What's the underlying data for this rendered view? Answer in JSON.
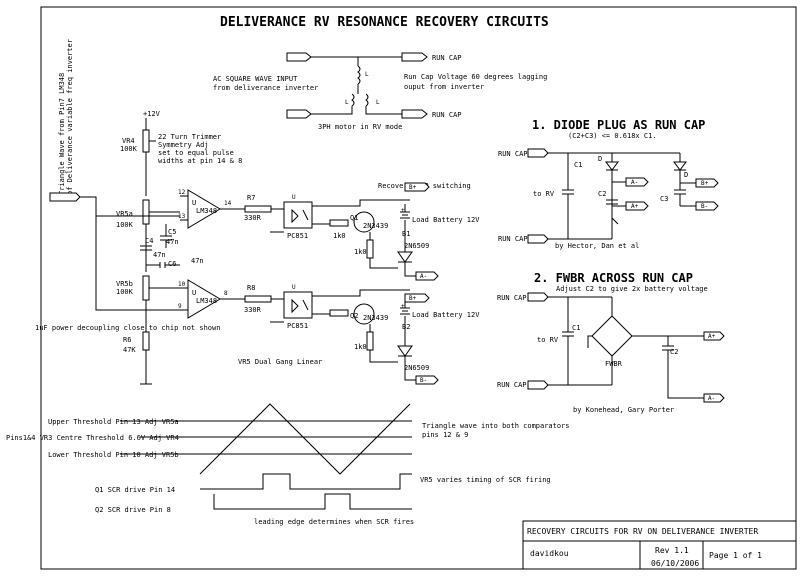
{
  "title": "DELIVERANCE RV RESONANCE RECOVERY CIRCUITS",
  "left_input": {
    "label_line1": "Triangle Wave from Pin7 LM348",
    "label_line2": "of Deliverance variable freq inverter"
  },
  "top": {
    "ac_input_line1": "AC  SQUARE WAVE INPUT",
    "ac_input_line2": "from deliverance inverter",
    "run_cap_top": "RUN CAP",
    "run_cap_bottom": "RUN CAP",
    "lag_line1": "Run Cap Voltage 60 degrees lagging",
    "lag_line2": "ouput from inverter",
    "motor_note": "3PH motor in RV mode",
    "coil_label": "L"
  },
  "trimmer": {
    "supply": "+12V",
    "ref": "VR4",
    "value": "100K",
    "note1": "22 Turn Trimmer",
    "note2": "Symmetry Adj",
    "note3": "set to equal pulse",
    "note4": "widths at pin 14 & 8"
  },
  "pots": {
    "vr5a": "VR5a",
    "vr5a_val": "100K",
    "vr5b": "VR5b",
    "vr5b_val": "100K",
    "dual_gang": "VR5 Dual Gang Linear"
  },
  "comparators": {
    "part": "LM348",
    "u": "U",
    "u1_pins": [
      "12",
      "13",
      "14"
    ],
    "u2_pins": [
      "10",
      "9",
      "8"
    ]
  },
  "caps_misc": {
    "c5": "C5",
    "c5_val": "47n",
    "c4": "C4",
    "c4_val": "47n",
    "c6": "C6",
    "c6_val": "47n",
    "r6": "R6",
    "r6_val": "47K",
    "decoupling_note": "1uF power decoupling close to chip not shown"
  },
  "channel1": {
    "heading": "Recovery CAP switching",
    "r7": "R7",
    "r7_val": "330R",
    "opto": "PC851",
    "q": "Q1",
    "q_part": "2N3439",
    "r_1k0a": "1k0",
    "r_1k0b": "1k0",
    "battery": "Load Battery 12V",
    "b": "B1",
    "scr": "2N6509",
    "plus": "+",
    "b_plus": "B+",
    "a_minus": "A-"
  },
  "channel2": {
    "r8": "R8",
    "r8_val": "330R",
    "opto": "PC851",
    "q": "Q2",
    "q_part": "2N3439",
    "r_1k0a": "1k0",
    "r_1k0b": "1k0",
    "battery": "Load Battery 12V",
    "b": "B2",
    "scr": "2N6509",
    "plus": "+",
    "b_plus": "B+",
    "b_minus": "B-"
  },
  "section1": {
    "title": "1. DIODE PLUG AS RUN CAP",
    "subtitle": "(C2+C3) <= 0.618x C1.",
    "run_cap_top": "RUN CAP",
    "run_cap_bottom": "RUN CAP",
    "to_rv": "to RV",
    "c1": "C1",
    "c2": "C2",
    "c3": "C3",
    "d": "D",
    "credit": "by Hector, Dan et al",
    "a_minus": "A-",
    "a_plus": "A+",
    "b_plus": "B+",
    "b_minus": "B-"
  },
  "section2": {
    "title": "2. FWBR ACROSS RUN CAP",
    "subtitle": "Adjust C2 to give 2x battery voltage",
    "run_cap_top": "RUN CAP",
    "run_cap_bottom": "RUN CAP",
    "to_rv": "to RV",
    "c1": "C1",
    "c2": "C2",
    "bridge": "FWBR",
    "credit": "by Konehead, Gary Porter",
    "a_plus": "A+",
    "a_minus": "A-"
  },
  "waveforms": {
    "upper": "Upper Threshold Pin 13  Adj VR5a",
    "centre": "Pins1&4 VR3 Centre Threshold 6.6V Adj VR4",
    "lower": "Lower Threshold Pin 10 Adj VR5b",
    "tri_note1": "Triangle wave into both comparators",
    "tri_note2": "pins 12 & 9",
    "q1": "Q1 SCR drive Pin 14",
    "q2": "Q2 SCR drive Pin 8",
    "vr5_note": "VR5 varies timing of SCR firing",
    "leading_edge": "leading edge determines when SCR fires"
  },
  "title_block": {
    "title": "RECOVERY CIRCUITS FOR RV ON DELIVERANCE INVERTER",
    "author": "davidkou",
    "rev": "Rev 1.1",
    "date": "06/10/2006",
    "page": "Page 1 of 1"
  }
}
